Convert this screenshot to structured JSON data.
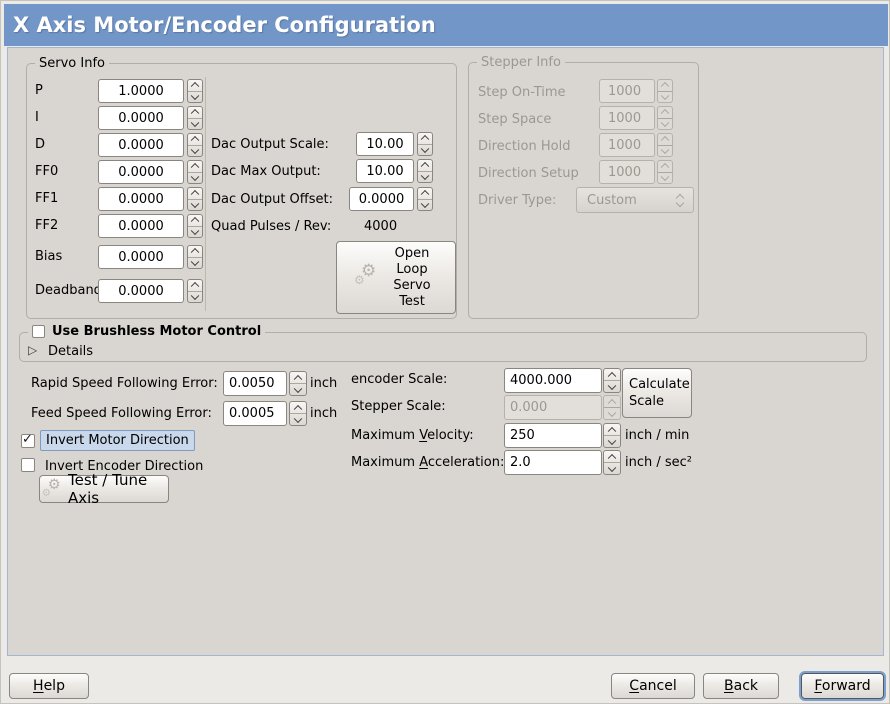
{
  "window": {
    "title": "X Axis Motor/Encoder Configuration"
  },
  "colors": {
    "header_blue": "#7296c8",
    "panel_bg": "#d9d6d1",
    "panel_border": "#a3b6d2",
    "focus_highlight_bg": "#c9d8eb",
    "focus_highlight_border": "#7d9cc0",
    "default_button_ring": "#7aa0d0",
    "disabled_text": "#9c9890"
  },
  "icons": {
    "gears": "⚙",
    "check": "✓",
    "expander_collapsed": "▷"
  },
  "servo": {
    "legend": "Servo Info",
    "rows": [
      {
        "label": "P",
        "value": "1.0000"
      },
      {
        "label": "I",
        "value": "0.0000"
      },
      {
        "label": "D",
        "value": "0.0000"
      },
      {
        "label": "FF0",
        "value": "0.0000"
      },
      {
        "label": "FF1",
        "value": "0.0000"
      },
      {
        "label": "FF2",
        "value": "0.0000"
      },
      {
        "label": "Bias",
        "value": "0.0000"
      },
      {
        "label": "Deadband",
        "value": "0.0000"
      }
    ],
    "dac_rows": [
      {
        "label": "Dac Output Scale:",
        "value": "10.00"
      },
      {
        "label": "Dac Max Output:",
        "value": "10.00"
      },
      {
        "label": "Dac Output Offset:",
        "value": "0.0000"
      }
    ],
    "quad_label": "Quad Pulses / Rev:",
    "quad_value": "4000",
    "open_loop_button": "Open Loop Servo Test"
  },
  "stepper": {
    "legend": "Stepper Info",
    "rows": [
      {
        "label": "Step On-Time",
        "value": "1000"
      },
      {
        "label": "Step Space",
        "value": "1000"
      },
      {
        "label": "Direction Hold",
        "value": "1000"
      },
      {
        "label": "Direction Setup",
        "value": "1000"
      }
    ],
    "driver_type_label": "Driver Type:",
    "driver_type_value": "Custom"
  },
  "brushless": {
    "checkbox_label": "Use Brushless Motor Control",
    "details_label": "Details"
  },
  "following_error": {
    "rapid_label": "Rapid Speed Following Error:",
    "rapid_value": "0.0050",
    "rapid_unit": "inch",
    "feed_label": "Feed Speed Following Error:",
    "feed_value": "0.0005",
    "feed_unit": "inch"
  },
  "scale": {
    "encoder_label": "encoder Scale:",
    "encoder_value": "4000.000",
    "stepper_label": "Stepper Scale:",
    "stepper_value": "0.000",
    "calculate_button": "Calculate Scale",
    "velocity_label_pre": "Maximum ",
    "velocity_mn": "V",
    "velocity_label_post": "elocity:",
    "velocity_value": "250",
    "velocity_unit": "inch / min",
    "accel_label_pre": "Maximum ",
    "accel_mn": "A",
    "accel_label_post": "cceleration:",
    "accel_value": "2.0",
    "accel_unit": "inch / sec²"
  },
  "invert": {
    "motor_label": "Invert Motor Direction",
    "encoder_label": "Invert Encoder Direction"
  },
  "test_tune_button": "Test / Tune Axis",
  "footer": {
    "help": {
      "mn": "H",
      "rest": "elp"
    },
    "cancel": {
      "mn": "C",
      "rest": "ancel"
    },
    "back": {
      "mn": "B",
      "rest": "ack"
    },
    "forward": {
      "mn": "F",
      "rest": "orward"
    }
  }
}
